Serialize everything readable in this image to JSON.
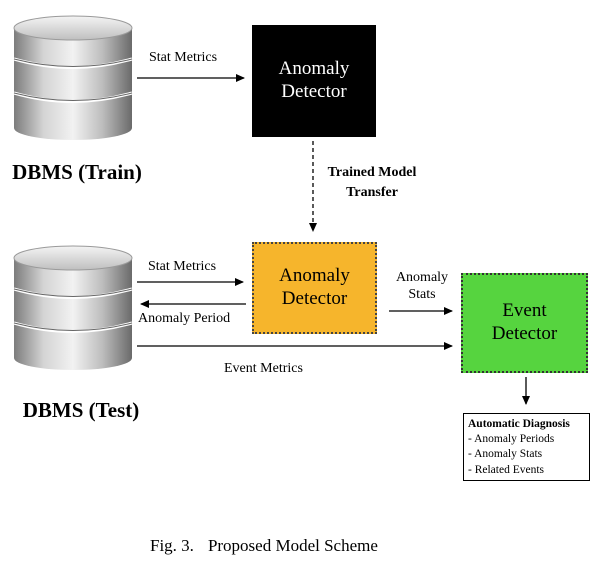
{
  "databases": {
    "train": {
      "label": "DBMS (Train)",
      "icon": "database-icon"
    },
    "test": {
      "label": "DBMS (Test)",
      "icon": "database-icon"
    }
  },
  "nodes": {
    "anomaly_detector_train": {
      "line1": "Anomaly",
      "line2": "Detector",
      "color": "#000000"
    },
    "anomaly_detector_test": {
      "line1": "Anomaly",
      "line2": "Detector",
      "color": "#f6b52c"
    },
    "event_detector": {
      "line1": "Event",
      "line2": "Detector",
      "color": "#56d43f"
    }
  },
  "edges": {
    "stat_metrics_train": "Stat Metrics",
    "trained_model_transfer_line1": "Trained Model",
    "trained_model_transfer_line2": "Transfer",
    "stat_metrics_test": "Stat Metrics",
    "anomaly_period": "Anomaly Period",
    "anomaly_stats_line1": "Anomaly",
    "anomaly_stats_line2": "Stats",
    "event_metrics": "Event Metrics"
  },
  "diagnosis": {
    "title": "Automatic Diagnosis",
    "items": [
      "- Anomaly Periods",
      "- Anomaly Stats",
      "- Related Events"
    ]
  },
  "caption": {
    "fig": "Fig. 3.",
    "text": "Proposed Model Scheme"
  }
}
